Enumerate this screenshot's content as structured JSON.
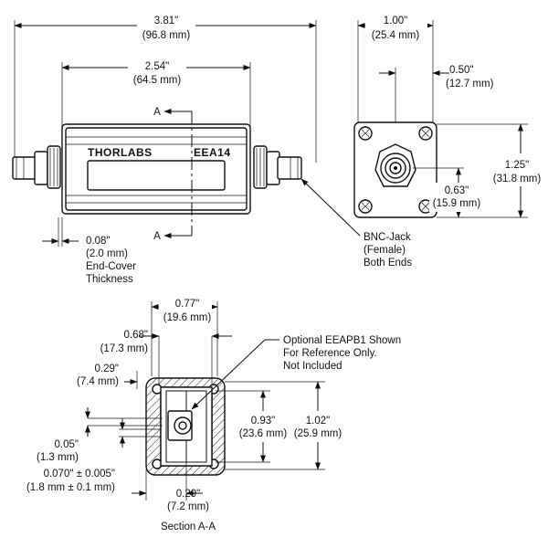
{
  "top_view": {
    "overall_length": {
      "inch": "3.81\"",
      "mm": "(96.8 mm)"
    },
    "body_length": {
      "inch": "2.54\"",
      "mm": "(64.5 mm)"
    },
    "brand": "THORLABS",
    "model": "EEA14",
    "section_mark_top": "A",
    "section_mark_bottom": "A",
    "end_cover": {
      "inch": "0.08\"",
      "mm": "(2.0 mm)",
      "note1": "End-Cover",
      "note2": "Thickness"
    }
  },
  "end_view": {
    "width": {
      "inch": "1.00\"",
      "mm": "(25.4 mm)"
    },
    "half_width": {
      "inch": "0.50\"",
      "mm": "(12.7 mm)"
    },
    "height": {
      "inch": "1.25\"",
      "mm": "(31.8 mm)"
    },
    "center_height": {
      "inch": "0.63\"",
      "mm": "(15.9 mm)"
    },
    "bnc_note": {
      "line1": "BNC-Jack",
      "line2": "(Female)",
      "line3": "Both Ends"
    }
  },
  "section_view": {
    "outer_width": {
      "inch": "0.77\"",
      "mm": "(19.6 mm)"
    },
    "inner_width": {
      "inch": "0.68\"",
      "mm": "(17.3 mm)"
    },
    "left_offset": {
      "inch": "0.29\"",
      "mm": "(7.4 mm)"
    },
    "wall": {
      "inch": "0.05\"",
      "mm": "(1.3 mm)"
    },
    "slot": {
      "inch": "0.070\" ± 0.005\"",
      "mm": "(1.8 mm ± 0.1 mm)"
    },
    "bottom_offset": {
      "inch": "0.29\"",
      "mm": "(7.2 mm)"
    },
    "inner_height": {
      "inch": "0.93\"",
      "mm": "(23.6 mm)"
    },
    "outer_height": {
      "inch": "1.02\"",
      "mm": "(25.9 mm)"
    },
    "optional_note": {
      "line1": "Optional EEAPB1 Shown",
      "line2": "For Reference Only.",
      "line3": "Not Included"
    },
    "caption": "Section A-A"
  }
}
